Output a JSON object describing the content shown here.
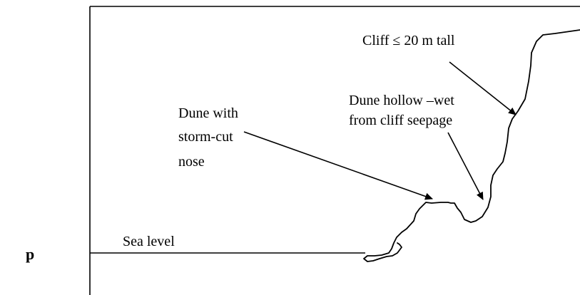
{
  "side_marker": "p",
  "labels": {
    "cliff": "Cliff ≤ 20 m tall",
    "hollow_line1": "Dune hollow –wet",
    "hollow_line2": "from cliff seepage",
    "dune_line1": "Dune with",
    "dune_line2": "storm-cut",
    "dune_line3": "nose",
    "sea_level": "Sea level"
  },
  "colors": {
    "ink": "#000000",
    "background": "#ffffff"
  }
}
